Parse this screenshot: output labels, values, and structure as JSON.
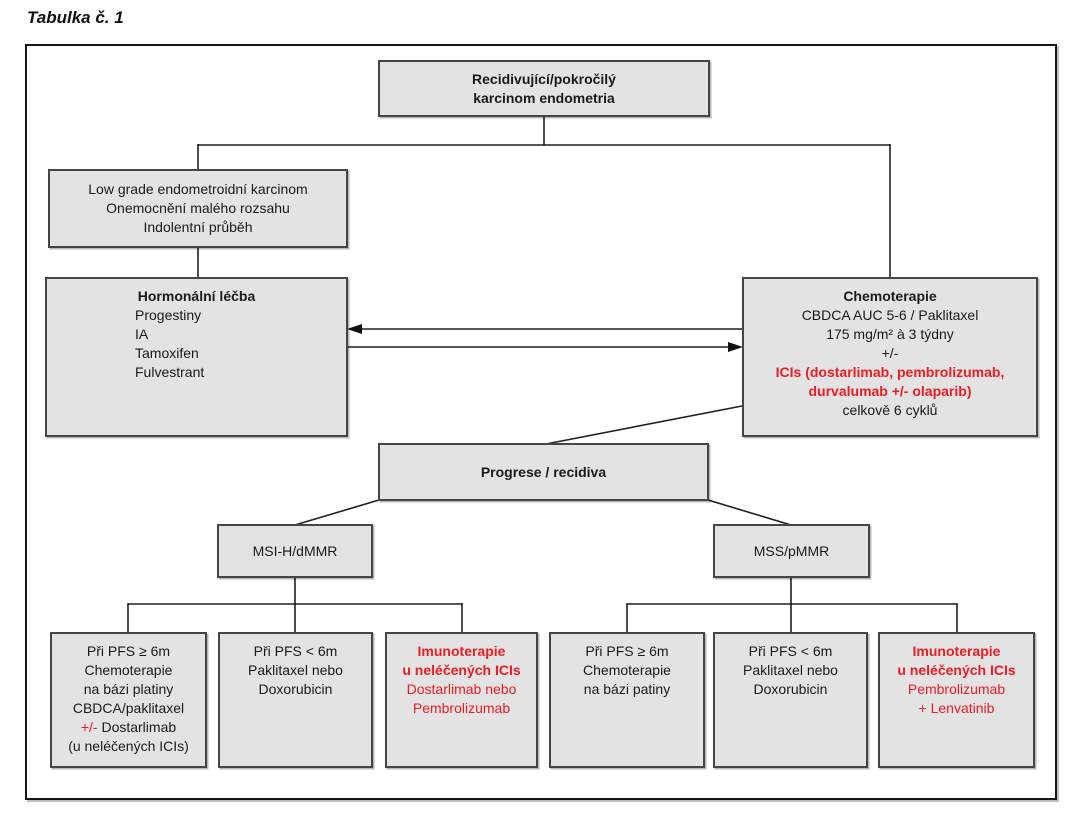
{
  "page": {
    "title": "Tabulka č. 1"
  },
  "colors": {
    "red": "#ed1c24",
    "box_fill": "#e3e3e3",
    "box_border": "#454545",
    "frame_border": "#161616"
  },
  "flowchart": {
    "top_box": {
      "line1": "Recidivující/pokročilý",
      "line2": "karcinom endometria"
    },
    "low_grade_box": {
      "line1": "Low grade endometroidní karcinom",
      "line2": "Onemocnění malého rozsahu",
      "line3": "Indolentní průběh"
    },
    "hormonal_box": {
      "title": "Hormonální léčba",
      "items": [
        "Progestiny",
        "IA",
        "Tamoxifen",
        "Fulvestrant"
      ]
    },
    "chemo_box": {
      "title": "Chemoterapie",
      "line1": "CBDCA AUC 5-6 / Paklitaxel",
      "line2": "175 mg/m² à 3 týdny",
      "line3": "+/-",
      "red_line1": "ICIs (dostarlimab, pembrolizumab,",
      "red_line2": "durvalumab +/- olaparib)",
      "line4": "celkově 6 cyklů"
    },
    "progression_box": {
      "label": "Progrese / recidiva"
    },
    "msi_box": {
      "label": "MSI-H/dMMR"
    },
    "mss_box": {
      "label": "MSS/pMMR"
    },
    "msi_children": [
      {
        "line1": "Při PFS ≥ 6m",
        "line2": "Chemoterapie",
        "line3": "na bázi platiny",
        "line4": "CBDCA/paklitaxel",
        "line5_red": "+/-",
        "line5_rest": " Dostarlimab",
        "line6": "(u neléčených ICIs)"
      },
      {
        "line1": "Při PFS < 6m",
        "line2": "Paklitaxel nebo",
        "line3": "Doxorubicin"
      },
      {
        "red_bold1": "Imunoterapie",
        "red_bold2": "u neléčených ICIs",
        "red1": "Dostarlimab nebo",
        "red2": "Pembrolizumab"
      }
    ],
    "mss_children": [
      {
        "line1": "Při PFS ≥ 6m",
        "line2": "Chemoterapie",
        "line3": "na bázi patiny"
      },
      {
        "line1": "Při PFS < 6m",
        "line2": "Paklitaxel nebo",
        "line3": "Doxorubicin"
      },
      {
        "red_bold1": "Imunoterapie",
        "red_bold2": "u neléčených ICIs",
        "red1": "Pembrolizumab",
        "red2": "+ Lenvatinib"
      }
    ]
  }
}
